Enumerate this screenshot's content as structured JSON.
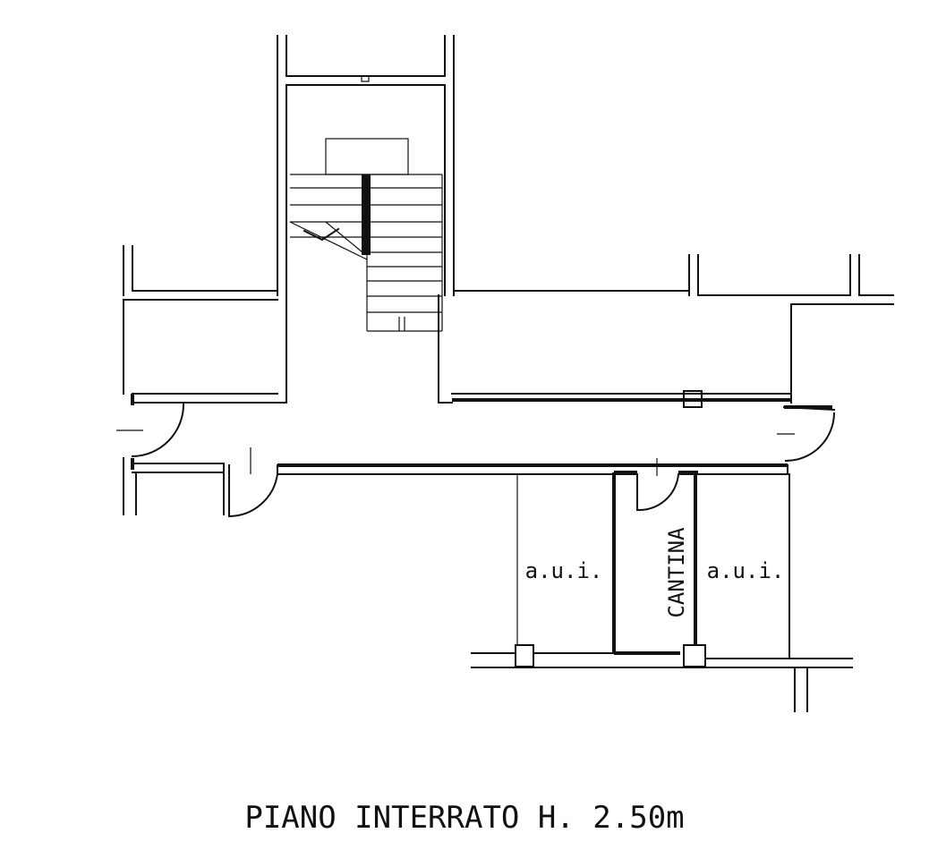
{
  "plan": {
    "title": "PIANO INTERRATO H. 2.50m",
    "rooms": [
      {
        "id": "aui-left",
        "label": "a.u.i."
      },
      {
        "id": "cantina",
        "label": "CANTINA"
      },
      {
        "id": "aui-right",
        "label": "a.u.i."
      }
    ]
  }
}
